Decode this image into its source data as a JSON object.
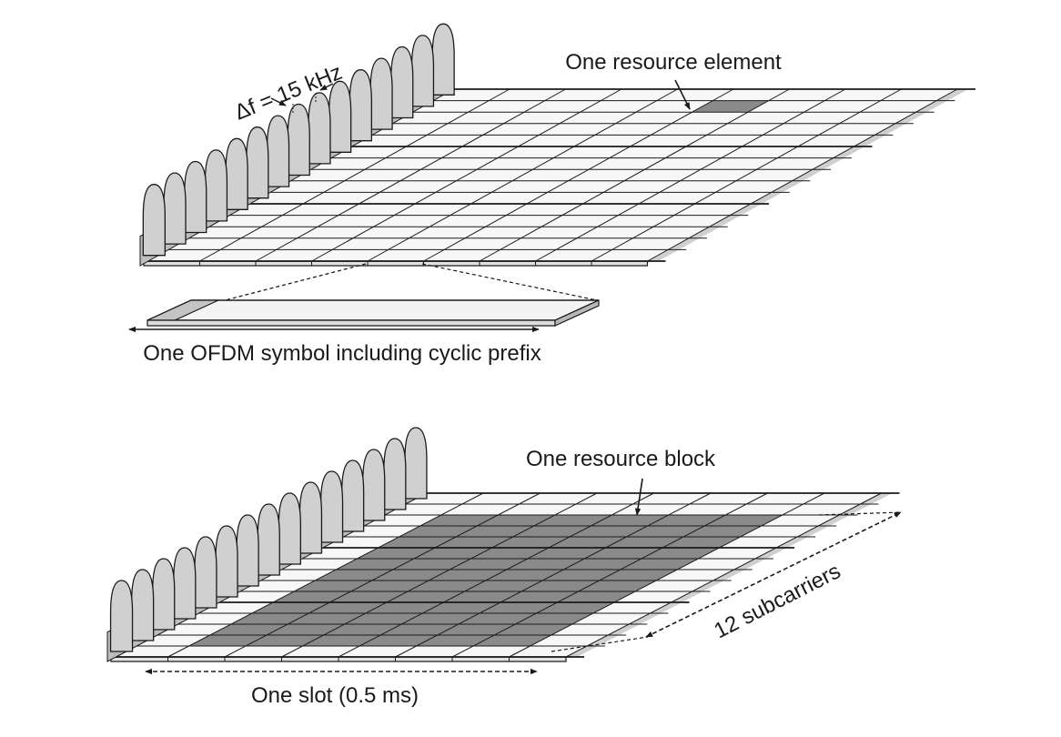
{
  "top_diagram": {
    "delta_f_label": "Δf = 15 kHz",
    "resource_element_label": "One resource element",
    "ofdm_symbol_label": "One OFDM symbol including cyclic prefix"
  },
  "bottom_diagram": {
    "resource_block_label": "One resource block",
    "slot_label": "One slot (0.5 ms)",
    "subcarriers_label": "12 subcarriers"
  },
  "colors": {
    "line": "#1a1a1a",
    "subcarrier_fill": "#d0d0d0",
    "highlight_fill": "#8a8a8a",
    "grid_fill": "#f7f7f7",
    "edge_fill": "#cfcfcf"
  }
}
